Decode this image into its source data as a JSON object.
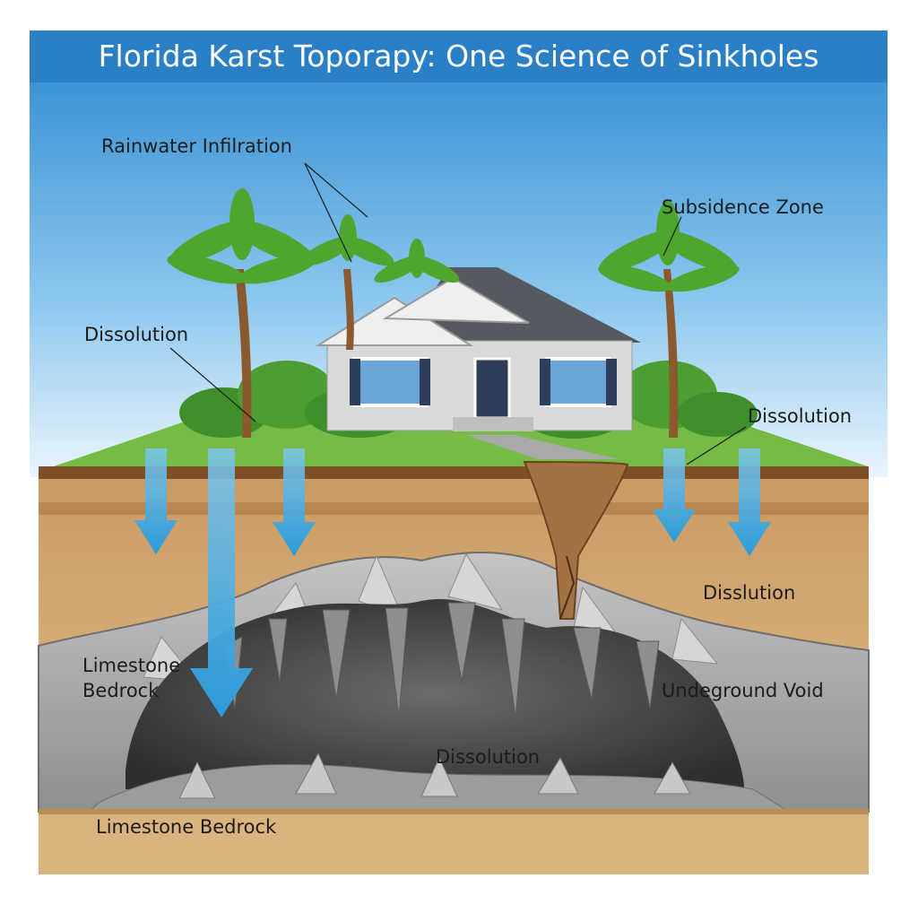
{
  "title": "Florida Karst Toporapy: One Science of Sinkholes",
  "labels": {
    "rainwater": "Rainwater Infilration",
    "subsidence": "Subsidence Zone",
    "dissolution_left": "Dissolution",
    "dissolution_right": "Dissolution",
    "disslution": "Disslution",
    "limestone_bedrock_left": [
      "Limestone",
      "Bedrock"
    ],
    "underground_void": "Undeground Void",
    "dissolution_cave": "Dissolution",
    "limestone_bedrock_bottom": "Limestone Bedrock"
  },
  "colors": {
    "title_bar": "#2b7fc4",
    "sky_top": "#3c94d6",
    "sky_bottom": "#e6f3fb",
    "grass": "#6cb33f",
    "soil": "#d9b47e",
    "soil_dark": "#8a5a2e",
    "rock": "#a9a9a9",
    "void": "#4a4a4a",
    "water_arrow": "#3fa9e0"
  },
  "icons": [
    "house-icon",
    "palm-tree-icon",
    "water-arrow-icon",
    "bush-icon"
  ]
}
